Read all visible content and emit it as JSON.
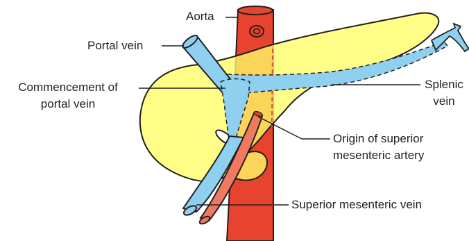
{
  "colors": {
    "aorta": "#e8432e",
    "vein": "#8fd0f0",
    "pancreas": "#ffff66",
    "outline": "#231f20"
  },
  "labels": {
    "aorta": "Aorta",
    "portal_vein": "Portal vein",
    "commencement_line1": "Commencement of",
    "commencement_line2": "portal vein",
    "splenic_line1": "Splenic",
    "splenic_line2": "vein",
    "sma_line1": "Origin of superior",
    "sma_line2": "mesenteric artery",
    "smv": "Superior mesenteric vein"
  }
}
